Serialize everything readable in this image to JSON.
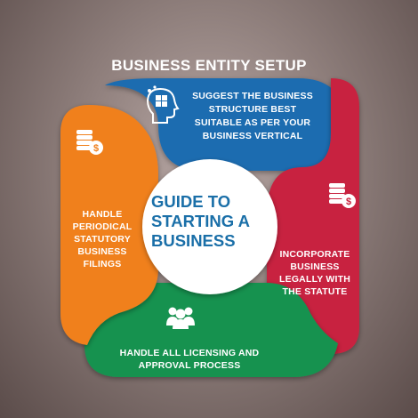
{
  "title": "BUSINESS ENTITY SETUP",
  "center_text": "GUIDE TO\nSTARTING A\nBUSINESS",
  "colors": {
    "blue": "#1f6cb0",
    "red": "#c8243f",
    "green": "#16924f",
    "orange": "#f0801f",
    "center_text": "#1a6fa8"
  },
  "steps": [
    {
      "color": "blue",
      "icon": "head-puzzle-icon",
      "text": "SUGGEST THE BUSINESS\nSTRUCTURE BEST\nSUITABLE AS PER YOUR\nBUSINESS VERTICAL"
    },
    {
      "color": "red",
      "icon": "coins-dollar-icon",
      "text": "INCORPORATE\nBUSINESS\nLEGALLY WITH\nTHE STATUTE"
    },
    {
      "color": "green",
      "icon": "people-group-icon",
      "text": "HANDLE ALL LICENSING AND\nAPPROVAL PROCESS"
    },
    {
      "color": "orange",
      "icon": "coins-dollar-icon",
      "text": "HANDLE\nPERIODICAL\nSTATUTORY\nBUSINESS\nFILINGS"
    }
  ]
}
